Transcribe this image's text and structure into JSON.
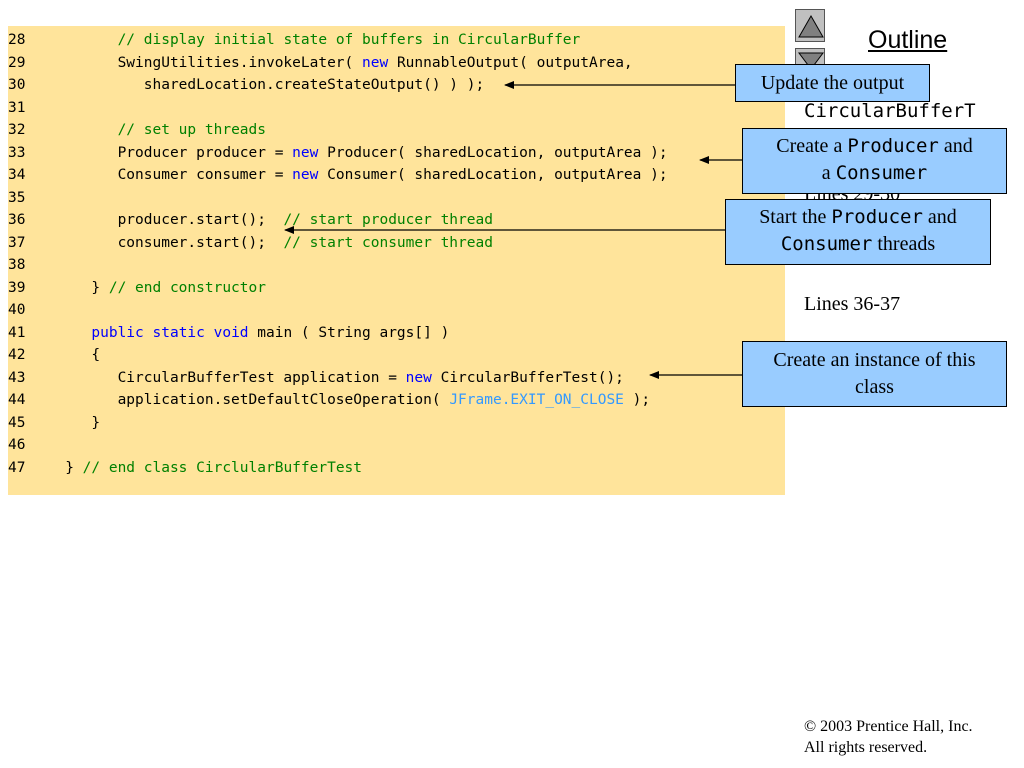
{
  "code": {
    "lines": [
      {
        "n": "28",
        "parts": [
          {
            "t": "         ",
            "c": "tx"
          },
          {
            "t": "// display initial state of buffers in CircularBuffer",
            "c": "cm"
          }
        ]
      },
      {
        "n": "29",
        "parts": [
          {
            "t": "         SwingUtilities.invokeLater( ",
            "c": "tx"
          },
          {
            "t": "new",
            "c": "kw"
          },
          {
            "t": " RunnableOutput( outputArea,",
            "c": "tx"
          }
        ]
      },
      {
        "n": "30",
        "parts": [
          {
            "t": "            sharedLocation.createStateOutput() ) );",
            "c": "tx"
          }
        ]
      },
      {
        "n": "31",
        "parts": []
      },
      {
        "n": "32",
        "parts": [
          {
            "t": "         ",
            "c": "tx"
          },
          {
            "t": "// set up threads",
            "c": "cm"
          }
        ]
      },
      {
        "n": "33",
        "parts": [
          {
            "t": "         Producer producer = ",
            "c": "tx"
          },
          {
            "t": "new",
            "c": "kw"
          },
          {
            "t": " Producer( sharedLocation, outputArea );",
            "c": "tx"
          }
        ]
      },
      {
        "n": "34",
        "parts": [
          {
            "t": "         Consumer consumer = ",
            "c": "tx"
          },
          {
            "t": "new",
            "c": "kw"
          },
          {
            "t": " Consumer( sharedLocation, outputArea );",
            "c": "tx"
          }
        ]
      },
      {
        "n": "35",
        "parts": []
      },
      {
        "n": "36",
        "parts": [
          {
            "t": "         producer.start();  ",
            "c": "tx"
          },
          {
            "t": "// start producer thread",
            "c": "cm"
          }
        ]
      },
      {
        "n": "37",
        "parts": [
          {
            "t": "         consumer.start();  ",
            "c": "tx"
          },
          {
            "t": "// start consumer thread",
            "c": "cm"
          }
        ]
      },
      {
        "n": "38",
        "parts": []
      },
      {
        "n": "39",
        "parts": [
          {
            "t": "      } ",
            "c": "tx"
          },
          {
            "t": "// end constructor",
            "c": "cm"
          }
        ]
      },
      {
        "n": "40",
        "parts": []
      },
      {
        "n": "41",
        "parts": [
          {
            "t": "      ",
            "c": "tx"
          },
          {
            "t": "public static void",
            "c": "kw"
          },
          {
            "t": " main ( String args[] )",
            "c": "tx"
          }
        ]
      },
      {
        "n": "42",
        "parts": [
          {
            "t": "      {",
            "c": "tx"
          }
        ]
      },
      {
        "n": "43",
        "parts": [
          {
            "t": "         CircularBufferTest application = ",
            "c": "tx"
          },
          {
            "t": "new",
            "c": "kw"
          },
          {
            "t": " CircularBufferTest();",
            "c": "tx"
          }
        ]
      },
      {
        "n": "44",
        "parts": [
          {
            "t": "         application.setDefaultCloseOperation( ",
            "c": "tx"
          },
          {
            "t": "JFrame.EXIT_ON_CLOSE",
            "c": "cst"
          },
          {
            "t": " );",
            "c": "tx"
          }
        ]
      },
      {
        "n": "45",
        "parts": [
          {
            "t": "      }",
            "c": "tx"
          }
        ]
      },
      {
        "n": "46",
        "parts": []
      },
      {
        "n": "47",
        "parts": [
          {
            "t": "   } ",
            "c": "tx"
          },
          {
            "t": "// end class CirclularBufferTest",
            "c": "cm"
          }
        ]
      }
    ]
  },
  "sidebar": {
    "outline_label": "Outline",
    "file_name": "CircularBufferT",
    "lines_hidden": "Lines 29-30",
    "lines_label": "Lines 36-37"
  },
  "callouts": {
    "update_output": "Update the output",
    "create_pc": {
      "pre": "Create a ",
      "code1": "Producer",
      "mid": " and",
      "line2_pre": "a ",
      "code2": "Consumer"
    },
    "start_pc": {
      "pre": "Start the ",
      "code1": "Producer",
      "mid": " and",
      "code2": "Consumer",
      "post": " threads"
    },
    "create_instance": "Create an instance of this class"
  },
  "footer": {
    "copyright": "© 2003 Prentice Hall, Inc.",
    "rights": "All rights reserved."
  },
  "colors": {
    "code_bg": "#ffe49b",
    "callout_bg": "#99ccff",
    "keyword": "#0000ff",
    "comment": "#008000",
    "constant": "#3399ff"
  },
  "icons": {
    "prev": "triangle-up-icon",
    "next": "triangle-down-icon"
  }
}
